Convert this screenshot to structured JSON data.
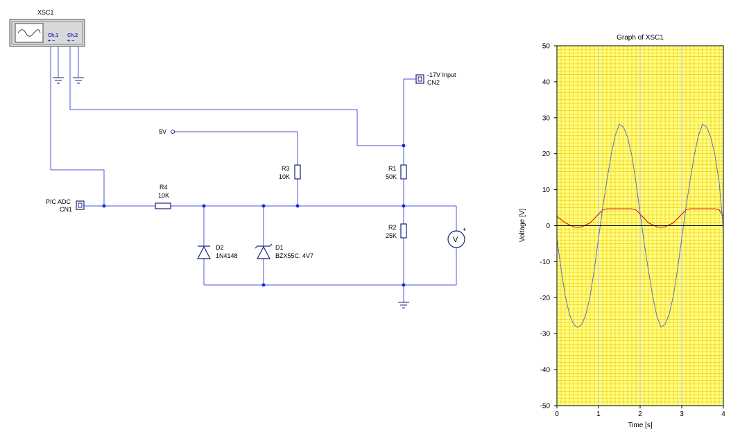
{
  "oscilloscope": {
    "name": "XSC1",
    "ch1": "Ch.1",
    "ch2": "Ch.2",
    "pm": "+ −"
  },
  "connectors": {
    "cn1": {
      "name": "PIC ADC",
      "ref": "CN1"
    },
    "cn2": {
      "name": "-17V Input",
      "ref": "CN2"
    }
  },
  "supply": {
    "label": "5V"
  },
  "components": {
    "r4": {
      "ref": "R4",
      "value": "10K"
    },
    "r3": {
      "ref": "R3",
      "value": "10K"
    },
    "r1": {
      "ref": "R1",
      "value": "50K"
    },
    "r2": {
      "ref": "R2",
      "value": "25K"
    },
    "d2": {
      "ref": "D2",
      "value": "1N4148"
    },
    "d1": {
      "ref": "D1",
      "value": "BZX55C, 4V7"
    },
    "voltmeter": {
      "symbol": "V",
      "polarity": "+"
    }
  },
  "colors": {
    "wire": "#4a56d8",
    "grid_bg": "#ffff80",
    "grid_line": "#f0c000",
    "ch1": "#d40000",
    "ch2": "#5a6fd0"
  },
  "chart_data": {
    "type": "line",
    "title": "Graph of XSC1",
    "xlabel": "Time [s]",
    "ylabel": "Voltage [V]",
    "xlim": [
      0,
      4
    ],
    "ylim": [
      -50,
      50
    ],
    "xticks": [
      "0",
      "1",
      "2",
      "3",
      "4"
    ],
    "yticks": [
      "50",
      "40",
      "30",
      "20",
      "10",
      "0",
      "-10",
      "-20",
      "-30",
      "-40",
      "-50"
    ],
    "grid": true,
    "series": [
      {
        "color": "#d40000",
        "x": [
          0,
          0.2,
          0.4,
          0.5,
          0.6,
          0.8,
          1.0,
          1.1,
          1.2,
          1.4,
          1.6,
          1.8,
          1.9,
          2.0,
          2.2,
          2.4,
          2.5,
          2.6,
          2.8,
          3.0,
          3.1,
          3.2,
          3.4,
          3.6,
          3.8,
          3.9,
          4.0
        ],
        "y": [
          2.6,
          0.8,
          -0.3,
          -0.4,
          -0.3,
          0.8,
          3.2,
          4.4,
          4.7,
          4.7,
          4.7,
          4.7,
          4.4,
          3.2,
          0.8,
          -0.3,
          -0.4,
          -0.3,
          0.8,
          3.2,
          4.4,
          4.7,
          4.7,
          4.7,
          4.7,
          4.4,
          2.6
        ]
      },
      {
        "color": "#5a6fd0",
        "x": [
          0,
          0.1,
          0.2,
          0.3,
          0.4,
          0.5,
          0.6,
          0.7,
          0.8,
          0.9,
          1.0,
          1.1,
          1.2,
          1.3,
          1.4,
          1.5,
          1.6,
          1.7,
          1.8,
          1.9,
          2.0,
          2.1,
          2.2,
          2.3,
          2.4,
          2.5,
          2.6,
          2.7,
          2.8,
          2.9,
          3.0,
          3.1,
          3.2,
          3.3,
          3.4,
          3.5,
          3.6,
          3.7,
          3.8,
          3.9,
          4.0
        ],
        "y": [
          -3.5,
          -12,
          -19.5,
          -24.5,
          -27.4,
          -28.3,
          -27.4,
          -24.5,
          -19.5,
          -12,
          -3.5,
          5,
          12.5,
          19.5,
          25,
          28.2,
          27.4,
          24.5,
          19.5,
          12,
          3.5,
          -5,
          -12.5,
          -19.5,
          -25,
          -28.2,
          -27.4,
          -24.5,
          -19.5,
          -12,
          -3.5,
          5,
          12.5,
          19.5,
          25,
          28.2,
          27.4,
          24.5,
          19.5,
          12,
          -1
        ]
      },
      {
        "color": "#000000",
        "x": [
          0,
          4
        ],
        "y": [
          0,
          0
        ]
      }
    ]
  }
}
